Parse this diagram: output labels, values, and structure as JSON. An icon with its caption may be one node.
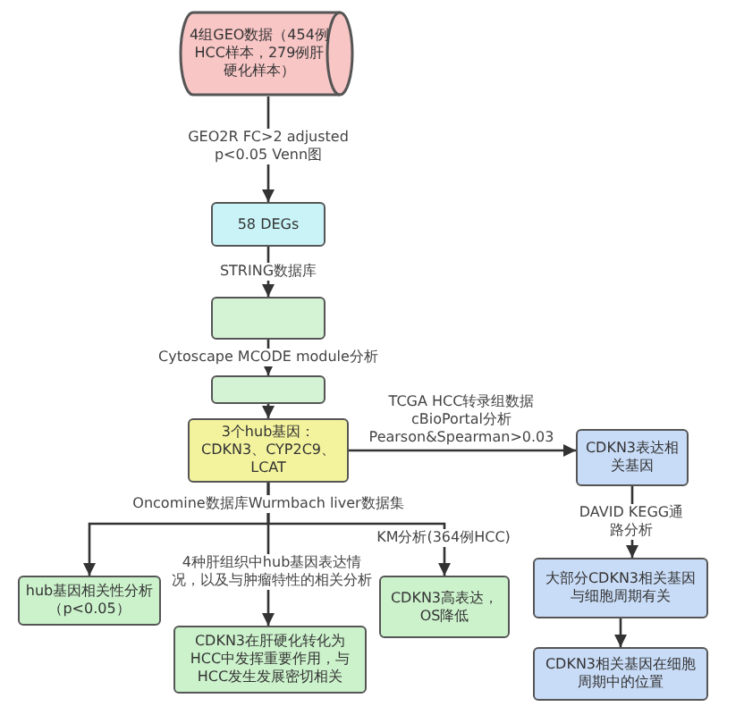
{
  "diagram": {
    "nodes": [
      {
        "text": [
          "4组GEO数据（454例HCC样本，279例肝硬化样本）"
        ]
      },
      {
        "text": [
          "58 DEGs"
        ]
      },
      {
        "text": [],
        "shape": "box"
      },
      {
        "text": [],
        "shape": "box"
      },
      {
        "text": [
          "3个hub基因：CDKN3、CYP2C9、LCAT"
        ]
      },
      {
        "text": [
          "CDKN3表达相关基因"
        ]
      },
      {
        "text": [
          "hub基因相关性分析（p<0.05）"
        ]
      },
      {
        "text": [
          "CDKN3在肝硬化转化为HCC中发挥重要作用，与HCC发生发展密切相关"
        ]
      },
      {
        "text": [
          "CDKN3高表达，OS降低"
        ]
      },
      {
        "text": [
          "大部分CDKN3相关基因与细胞周期有关"
        ]
      },
      {
        "text": [
          "CDKN3相关基因在细胞周期中的位置"
        ]
      }
    ],
    "edges": [
      {
        "from": 0,
        "to": 1,
        "arrow": "to",
        "label": "GEO2R FC>2 adjusted p<0.05 Venn图"
      },
      {
        "from": 1,
        "to": 2,
        "arrow": "to",
        "label": "STRING数据库"
      },
      {
        "from": 2,
        "to": 3,
        "arrow": "to",
        "label": "Cytoscape MCODE module分析"
      },
      {
        "from": 3,
        "to": 4,
        "arrow": "to"
      },
      {
        "from": 4,
        "to": 5,
        "arrow": "to",
        "label": "TCGA HCC转录组数据 cBioPortal分析 Pearson&Spearman>0.03"
      },
      {
        "from": 4,
        "to": 6,
        "arrow": "to",
        "label": "Oncomine数据库Wurmbach liver数据集"
      },
      {
        "from": 4,
        "to": 7,
        "arrow": "to",
        "label": "4种肝组织中hub基因表达情况，以及与肿瘤特性的相关分析"
      },
      {
        "from": 4,
        "to": 8,
        "arrow": "to",
        "label": "KM分析(364例HCC)"
      },
      {
        "from": 5,
        "to": 9,
        "arrow": "to",
        "label": "DAVID KEGG通路分析"
      },
      {
        "from": 9,
        "to": 10,
        "arrow": "to"
      }
    ]
  }
}
